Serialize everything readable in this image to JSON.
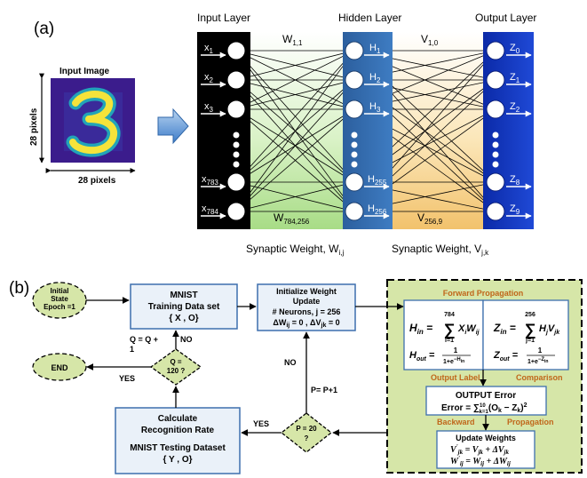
{
  "panel_a": {
    "label": "(a)",
    "input_image_title": "Input Image",
    "pixels_vertical": "28 pixels",
    "pixels_horizontal": "28 pixels",
    "digit": "3",
    "input_layer_title": "Input Layer",
    "hidden_layer_title": "Hidden Layer",
    "output_layer_title": "Output Layer",
    "inputs": [
      {
        "base": "x",
        "sub": "1"
      },
      {
        "base": "x",
        "sub": "2"
      },
      {
        "base": "x",
        "sub": "3"
      },
      {
        "base": "x",
        "sub": "783"
      },
      {
        "base": "x",
        "sub": "784"
      }
    ],
    "hidden": [
      {
        "base": "H",
        "sub": "1"
      },
      {
        "base": "H",
        "sub": "2"
      },
      {
        "base": "H",
        "sub": "3"
      },
      {
        "base": "H",
        "sub": "255"
      },
      {
        "base": "H",
        "sub": "256"
      }
    ],
    "outputs": [
      {
        "base": "Z",
        "sub": "0"
      },
      {
        "base": "Z",
        "sub": "1"
      },
      {
        "base": "Z",
        "sub": "2"
      },
      {
        "base": "Z",
        "sub": "8"
      },
      {
        "base": "Z",
        "sub": "9"
      }
    ],
    "w_top": {
      "base": "W",
      "sub": "1,1"
    },
    "w_bottom": {
      "base": "W",
      "sub": "784,256"
    },
    "v_top": {
      "base": "V",
      "sub": "1,0"
    },
    "v_bottom": {
      "base": "V",
      "sub": "256,9"
    },
    "synaptic_w": {
      "base": "Synaptic Weight, W",
      "sub": "i,j"
    },
    "synaptic_v": {
      "base": "Synaptic Weight, V",
      "sub": "j,k"
    }
  },
  "panel_b": {
    "label": "(b)",
    "initial_state": [
      "Initial",
      "State",
      "Epoch =1"
    ],
    "mnist_train": [
      "MNIST",
      "Training Data set",
      "{ X , O}"
    ],
    "init_weight": [
      "Initialize Weight",
      "Update",
      "# Neurons, j = 256",
      "ΔW",
      "ij",
      " = 0 , ΔV",
      "jk",
      " = 0"
    ],
    "forward_propagation": "Forward Propagation",
    "h_in": "H",
    "h_in_sub": "in",
    "h_sum_top": "784",
    "h_sum_bottom": "i=1",
    "h_term": "X",
    "h_term_sub": "i",
    "h_term2": "W",
    "h_term2_sub": "ij",
    "h_out": "H",
    "h_out_sub": "out",
    "h_out_den": "1+e",
    "h_out_exp": "−H",
    "h_out_exp_sub": "in",
    "z_in": "Z",
    "z_in_sub": "in",
    "z_sum_top": "256",
    "z_sum_bottom": "j=1",
    "z_term": "H",
    "z_term_sub": "j",
    "z_term2": "V",
    "z_term2_sub": "jk",
    "z_out": "Z",
    "z_out_sub": "out",
    "z_out_den": "1+e",
    "z_out_exp": "−Z",
    "z_out_exp_sub": "in",
    "output_label": "Output Label",
    "comparison": "Comparison",
    "output_error_title": "OUTPUT Error",
    "output_error_formula": "Error = ∑",
    "output_error_sup": "10",
    "output_error_sub": "k=1",
    "output_error_rest": "(O",
    "output_error_k": "k",
    "output_error_mid": " − Z",
    "output_error_k2": "k",
    "output_error_end": ")",
    "output_error_sq": "2",
    "backward": "Backward",
    "propagation": "Propagation",
    "update_weights_title": "Update Weights",
    "update_v": [
      "V",
      "'",
      "jk",
      " = V",
      "jk",
      " + ΔV",
      "jk"
    ],
    "update_w": [
      "W",
      "'",
      "ij",
      " = W",
      "ij",
      " + ΔW",
      "ij"
    ],
    "q_decision": [
      "Q =",
      "120 ?"
    ],
    "q_increment": [
      "Q = Q +",
      "1"
    ],
    "no1": "NO",
    "yes1": "YES",
    "end": "END",
    "calc_rate": [
      "Calculate",
      "Recognition Rate"
    ],
    "mnist_test": [
      "MNIST Testing Dataset",
      "{ Y , O}"
    ],
    "p_decision": [
      "P = 20",
      "?"
    ],
    "yes2": "YES",
    "no2": "NO",
    "p_increment": "P= P+1"
  }
}
